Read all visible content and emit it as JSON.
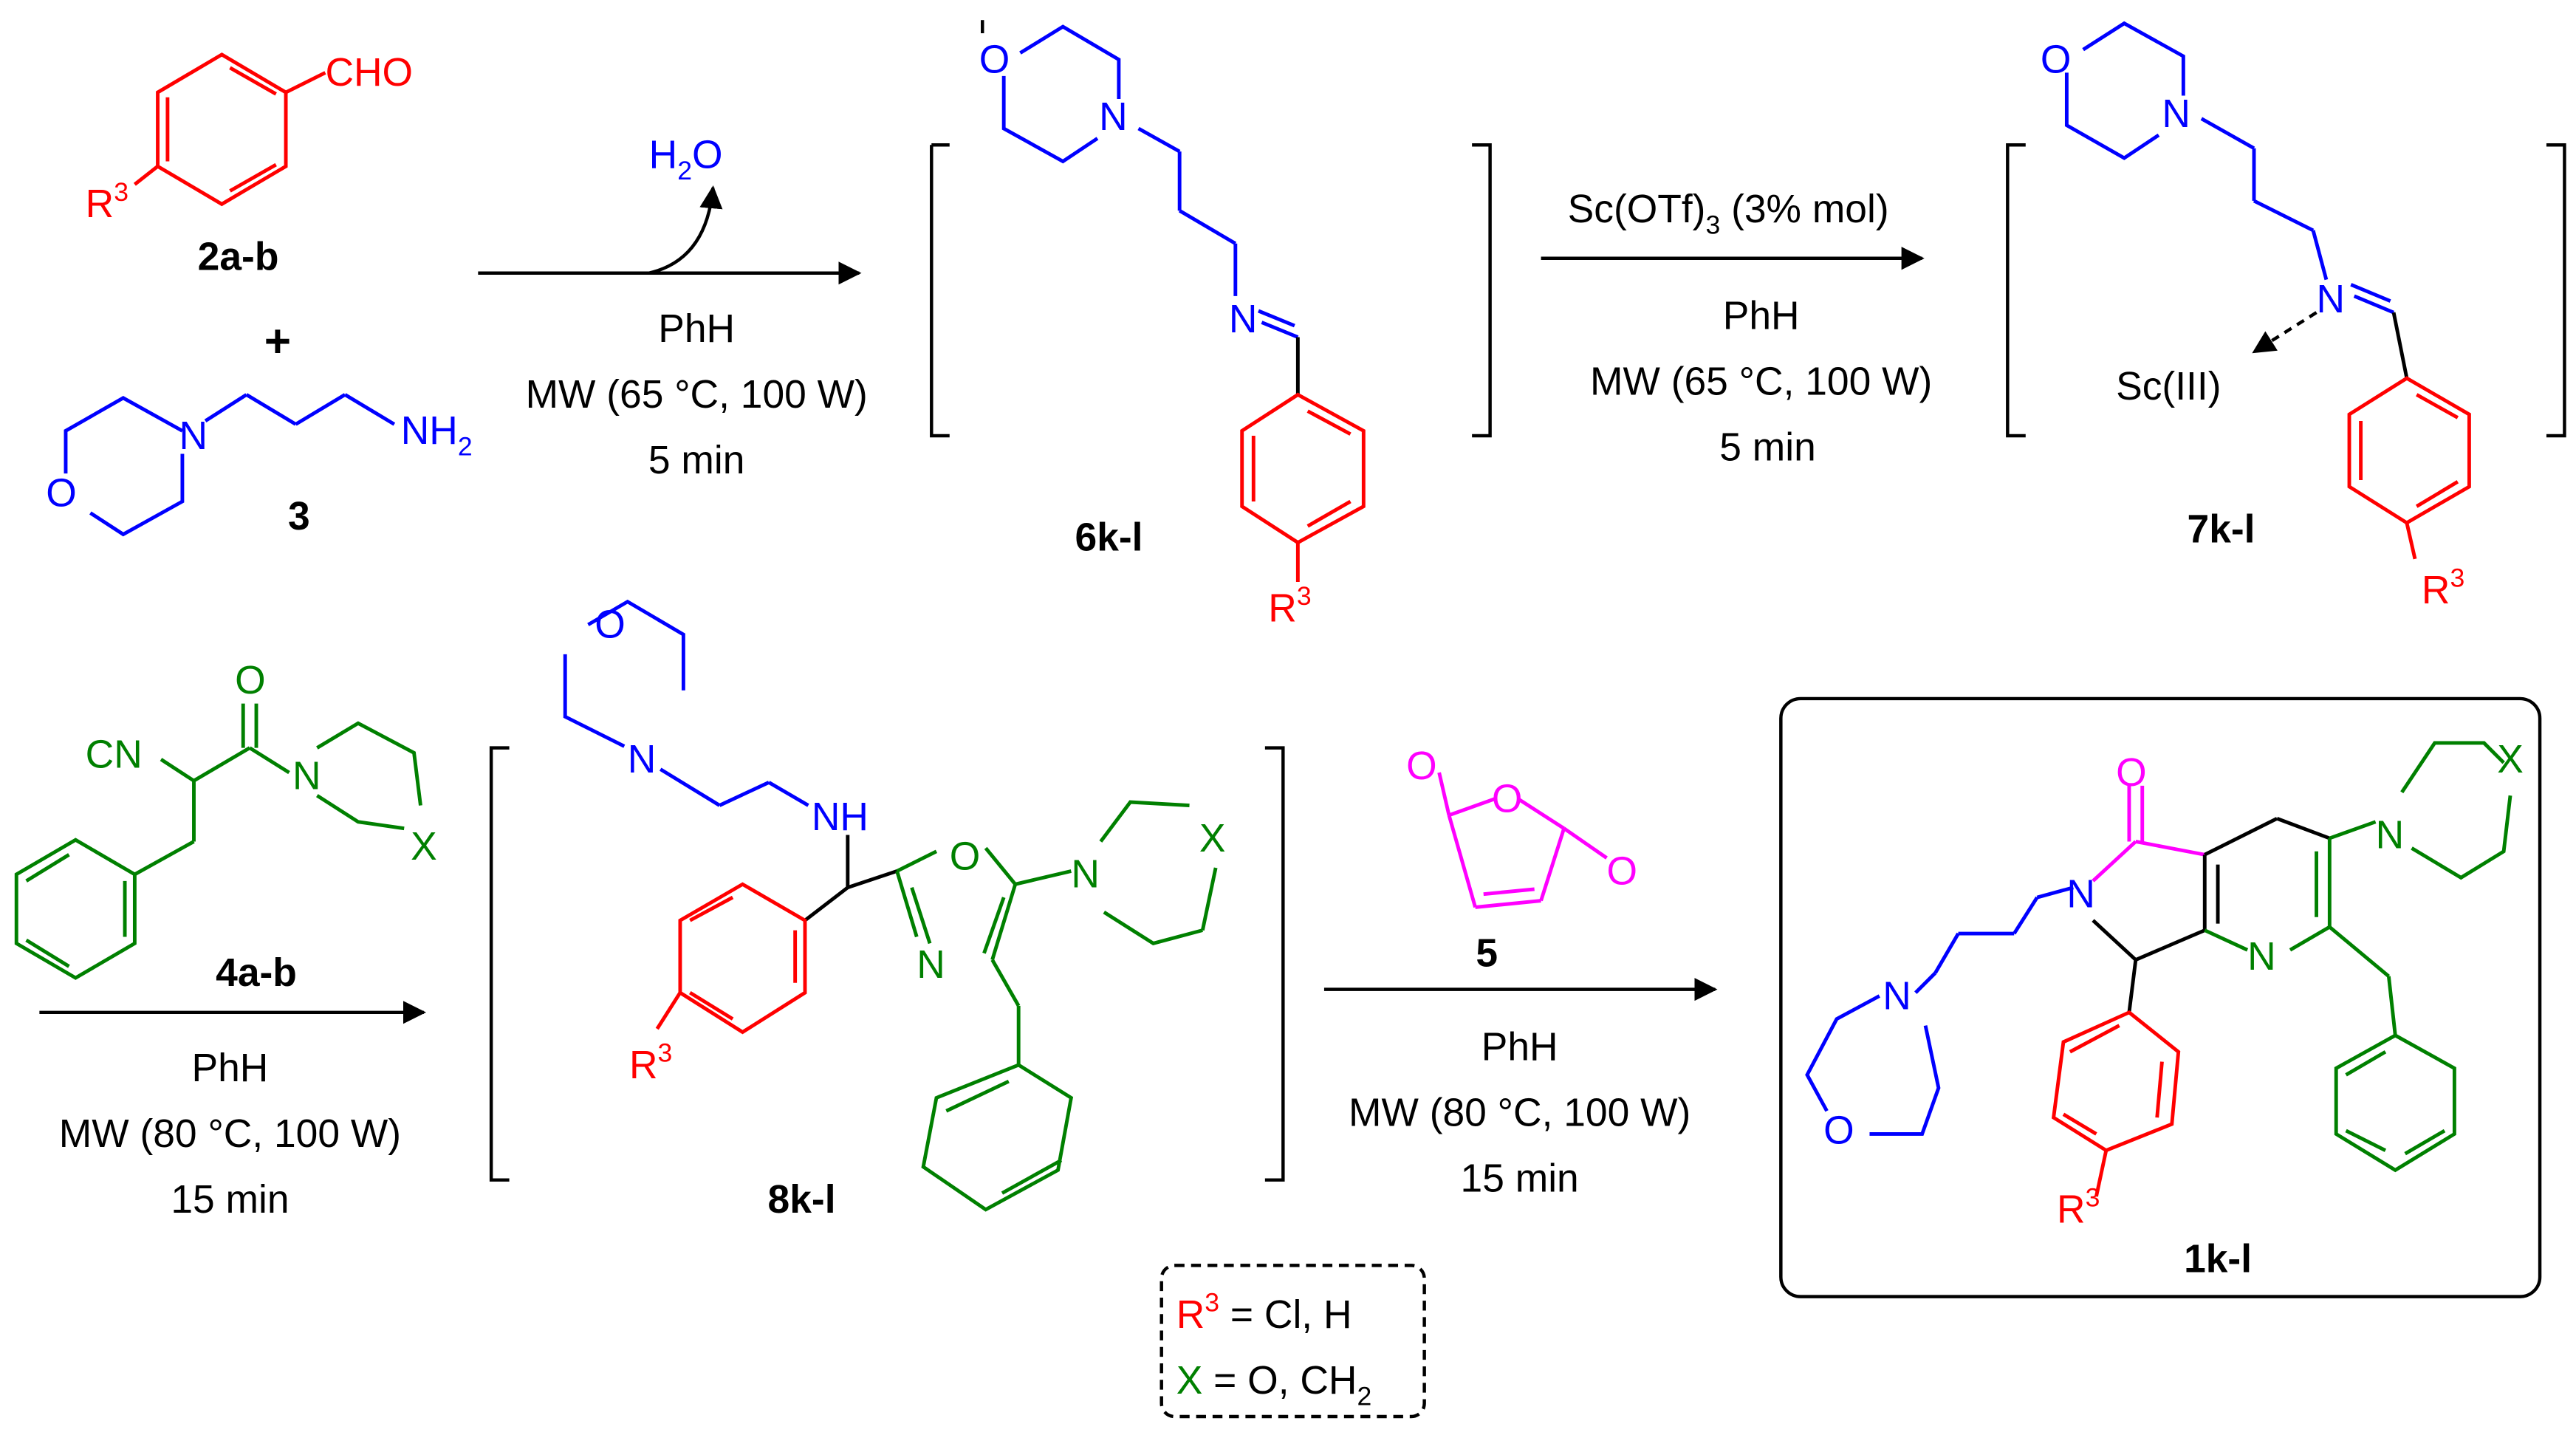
{
  "colors": {
    "red": "#ff0000",
    "blue": "#0000ff",
    "green": "#008000",
    "magenta": "#ff00ff",
    "black": "#000000"
  },
  "compounds": {
    "c2": {
      "id": "2a-b",
      "r_label": "R",
      "r_sup": "3",
      "aldehyde": "CHO"
    },
    "plus": "+",
    "c3": {
      "id": "3",
      "o": "O",
      "n": "N",
      "nh": "NH",
      "nh_sub": "2"
    },
    "c6": {
      "id": "6k-l",
      "o": "O",
      "n1": "N",
      "n2": "N",
      "r_label": "R",
      "r_sup": "3"
    },
    "c7": {
      "id": "7k-l",
      "o": "O",
      "n1": "N",
      "n2": "N",
      "sc": "Sc(III)",
      "r_label": "R",
      "r_sup": "3"
    },
    "c4": {
      "id": "4a-b",
      "cn": "CN",
      "o": "O",
      "n": "N",
      "x": "X"
    },
    "c8": {
      "id": "8k-l",
      "o_morph": "O",
      "n_morph": "N",
      "nh": "NH",
      "o_ox": "O",
      "n_ox": "N",
      "n_pip": "N",
      "x": "X",
      "r_label": "R",
      "r_sup": "3"
    },
    "c5": {
      "id": "5",
      "o1": "O",
      "o2": "O",
      "o3": "O"
    },
    "c1": {
      "id": "1k-l",
      "o_carbonyl": "O",
      "n_lactam": "N",
      "n_pyr": "N",
      "n_pip": "N",
      "x": "X",
      "n_morph": "N",
      "o_morph": "O",
      "r_label": "R",
      "r_sup": "3"
    }
  },
  "arrows": {
    "a1": {
      "byproduct": "H",
      "byproduct_sub": "2",
      "byproduct_end": "O",
      "solvent": "PhH",
      "conditions": "MW (65 °C, 100 W)",
      "time": "5 min"
    },
    "a2": {
      "catalyst": "Sc(OTf)",
      "catalyst_sub": "3",
      "catalyst_end": " (3% mol)",
      "solvent": "PhH",
      "conditions": "MW (65 °C, 100 W)",
      "time": "5 min"
    },
    "a3": {
      "solvent": "PhH",
      "conditions": "MW (80 °C, 100 W)",
      "time": "15 min"
    },
    "a4": {
      "solvent": "PhH",
      "conditions": "MW (80 °C, 100 W)",
      "time": "15 min"
    }
  },
  "legend": {
    "r_label": "R",
    "r_sup": "3",
    "r_values": " = Cl, H",
    "x_label": "X",
    "x_values": " = O, CH",
    "x_sub": "2"
  }
}
